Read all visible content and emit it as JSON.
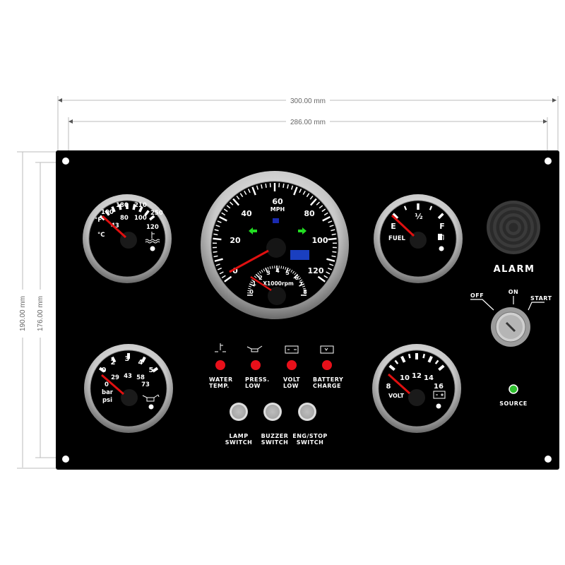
{
  "dimensions": {
    "outer_width": "300.00 mm",
    "inner_width": "286.00 mm",
    "outer_height": "190.00 mm",
    "inner_height": "176.00 mm"
  },
  "colors": {
    "panel": "#000000",
    "needle": "#e01010",
    "warning_led": "#e8101a",
    "source_led": "#2fc02f",
    "turn_signal": "#22dd22",
    "lcd": "#1a3fc0"
  },
  "temp_gauge": {
    "outer_labels": [
      "100",
      "180",
      "210",
      "250"
    ],
    "inner_labels": [
      "43",
      "80",
      "100",
      "120"
    ],
    "unit_f": "°F",
    "unit_c": "°C",
    "icon": "coolant-temperature-icon"
  },
  "speedometer": {
    "labels": [
      "0",
      "20",
      "40",
      "60",
      "80",
      "100",
      "120"
    ],
    "unit": "MPH",
    "tach_labels": [
      "0",
      "1",
      "2",
      "3",
      "4",
      "5",
      "6",
      "7",
      "8"
    ],
    "tach_unit": "X1000rpm"
  },
  "fuel_gauge": {
    "empty": "E",
    "half": "½",
    "full": "F",
    "label": "FUEL",
    "icon": "fuel-pump-icon"
  },
  "oil_gauge": {
    "bar_labels": [
      "0",
      "2",
      "3",
      "4",
      "5"
    ],
    "psi_labels": [
      "0",
      "29",
      "43",
      "58",
      "73"
    ],
    "unit_bar": "bar",
    "unit_psi": "psi",
    "icon": "oil-can-icon"
  },
  "volt_gauge": {
    "labels": [
      "8",
      "10",
      "12",
      "14",
      "16"
    ],
    "label": "VOLT",
    "icon": "battery-icon"
  },
  "warning_lights": [
    {
      "line1": "WATER",
      "line2": "TEMP.",
      "icon": "coolant-temperature-icon"
    },
    {
      "line1": "PRESS.",
      "line2": "LOW",
      "icon": "oil-can-icon"
    },
    {
      "line1": "VOLT",
      "line2": "LOW",
      "icon": "battery-icon"
    },
    {
      "line1": "BATTERY",
      "line2": "CHARGE",
      "icon": "battery-charge-icon"
    }
  ],
  "switches": [
    {
      "line1": "LAMP",
      "line2": "SWITCH"
    },
    {
      "line1": "BUZZER",
      "line2": "SWITCH"
    },
    {
      "line1": "ENG/STOP",
      "line2": "SWITCH"
    }
  ],
  "alarm": {
    "label": "ALARM"
  },
  "ignition": {
    "off": "OFF",
    "on": "ON",
    "start": "START"
  },
  "source": {
    "label": "SOURCE"
  }
}
